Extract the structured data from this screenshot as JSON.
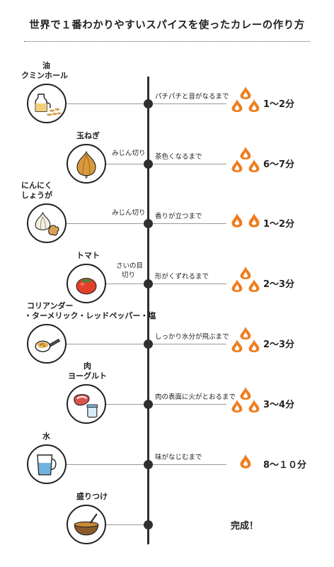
{
  "title": "世界で１番わかりやすいスパイスを使ったカレーの作り方",
  "colors": {
    "flame": "#ee7d1e",
    "axis": "#2f2f2f",
    "line": "#9a9a9a"
  },
  "steps": [
    {
      "ingredient": "油",
      "ingredient2": "クミンホール",
      "prep": "",
      "prep2": "",
      "action": "パチパチと音がなるまで",
      "heat": "strong",
      "time": "1〜2分",
      "icon": "oil-bottle-cumin-icon"
    },
    {
      "ingredient": "玉ねぎ",
      "ingredient2": "",
      "prep": "みじん切り",
      "prep2": "",
      "action": "茶色くなるまで",
      "heat": "strong",
      "time": "6〜7分",
      "icon": "onion-icon"
    },
    {
      "ingredient": "にんにく",
      "ingredient2": "しょうが",
      "prep": "みじん切り",
      "prep2": "",
      "action": "香りが立つまで",
      "heat": "medium",
      "time": "1〜2分",
      "icon": "garlic-ginger-icon"
    },
    {
      "ingredient": "トマト",
      "ingredient2": "",
      "prep": "さいの目",
      "prep2": "切り",
      "action": "形がくずれるまで",
      "heat": "strong",
      "time": "2〜3分",
      "icon": "tomato-icon"
    },
    {
      "ingredient": "コリアンダー",
      "ingredient2": "・ターメリック・レッドペッパー・塩",
      "prep": "",
      "prep2": "",
      "action": "しっかり水分が飛ぶまで",
      "heat": "strong",
      "time": "2〜3分",
      "icon": "spice-spoon-icon"
    },
    {
      "ingredient": "肉",
      "ingredient2": "ヨーグルト",
      "prep": "",
      "prep2": "",
      "action": "肉の表面に火がとおるまで",
      "heat": "strong",
      "time": "3〜4分",
      "icon": "meat-yogurt-icon"
    },
    {
      "ingredient": "水",
      "ingredient2": "",
      "prep": "",
      "prep2": "",
      "action": "味がなじむまで",
      "heat": "weak",
      "time": "8〜１０分",
      "icon": "water-cup-icon"
    },
    {
      "ingredient": "盛りつけ",
      "ingredient2": "",
      "prep": "",
      "prep2": "",
      "action": "",
      "heat": "",
      "time": "完成！",
      "icon": "curry-bowl-icon"
    }
  ]
}
